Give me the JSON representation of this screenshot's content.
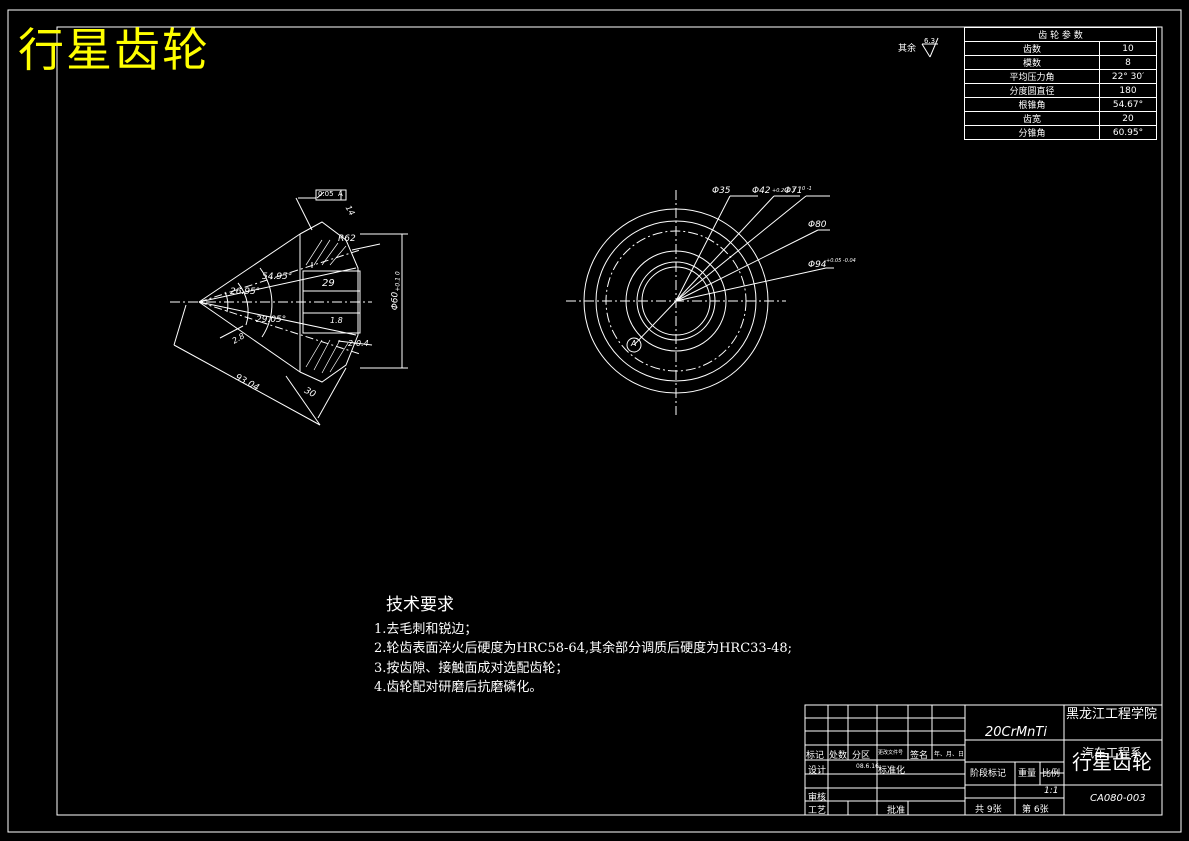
{
  "drawing": {
    "title": "行星齿轮",
    "other_surfaces": "其余",
    "other_roughness": "6.3"
  },
  "gear_params": {
    "heading": "齿 轮 参 数",
    "rows": [
      {
        "label": "齿数",
        "value": "10"
      },
      {
        "label": "模数",
        "value": "8"
      },
      {
        "label": "平均压力角",
        "value": "22° 30′"
      },
      {
        "label": "分度圆直径",
        "value": "180"
      },
      {
        "label": "根锥角",
        "value": "54.67°"
      },
      {
        "label": "齿宽",
        "value": "20"
      },
      {
        "label": "分锥角",
        "value": "60.95°"
      }
    ]
  },
  "section_view": {
    "tolerance": "0.05",
    "datum": "A",
    "dim_width": "29",
    "dim_r": "R62",
    "dim_dia": "Φ60",
    "dim_dia_tol": "+0.1 0",
    "dim_ang1": "54.95°",
    "dim_ang2": "26.95°",
    "dim_ang3": "29.05°",
    "dim_len": "93.04",
    "dim_30": "30",
    "dim_18": "1.8",
    "dim_14": "14",
    "dim_2x": "2-0.4",
    "dim_28": "2.8"
  },
  "front_view": {
    "d1": "Φ35",
    "d2": "Φ42",
    "d2_tol": "+0.2 -0.3",
    "d3": "Φ71",
    "d3_tol": "0 -1",
    "d4": "Φ80",
    "d5": "Φ94",
    "d5_tol": "+0.05 -0.04",
    "datum": "A"
  },
  "tech_req": {
    "heading": "技术要求",
    "items": [
      "1.去毛刺和锐边；",
      "2.轮齿表面淬火后硬度为HRC58-64,其余部分调质后硬度为HRC33-48;",
      "3.按齿隙、接触面成对选配齿轮；",
      "4.齿轮配对研磨后抗磨磷化。"
    ]
  },
  "title_block": {
    "material": "20CrMnTi",
    "school": "黑龙江工程学院",
    "school_sub": "汽车工程系",
    "part_name": "行星齿轮",
    "mark": "标记",
    "count": "处数",
    "zone": "分区",
    "change_doc": "更改文件号",
    "sign": "签名",
    "date": "年、月、日",
    "design": "设计",
    "design_date": "08.6.16",
    "standardize": "标准化",
    "stage_mark": "阶段标记",
    "weight": "重量",
    "scale": "比例",
    "scale_val": "1:1",
    "review": "审核",
    "process": "工艺",
    "approve": "批准",
    "total_sheets": "共 9张",
    "sheet_no": "第 6张",
    "drawing_no": "CA080-003"
  }
}
